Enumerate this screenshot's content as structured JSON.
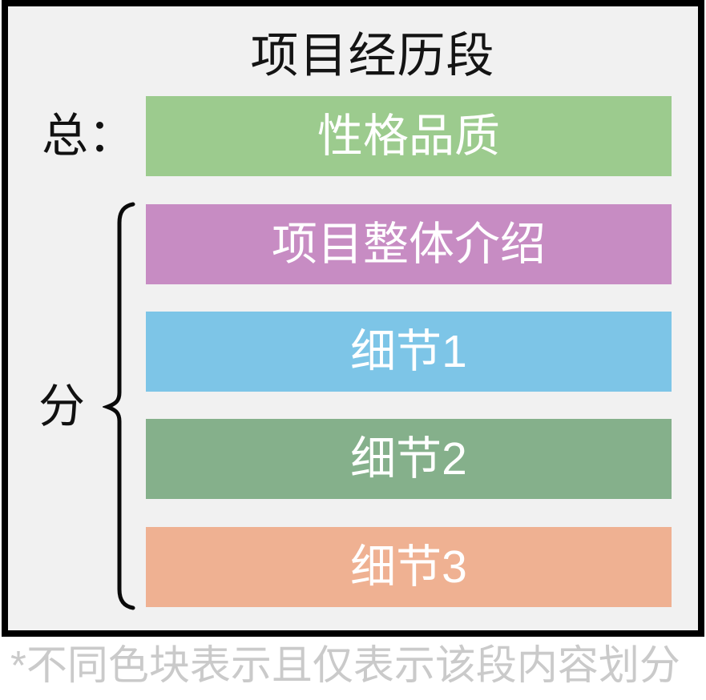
{
  "diagram": {
    "title": "项目经历段",
    "summary_label": "总：",
    "detail_label": "分",
    "bars": [
      {
        "id": "summary",
        "label": "性格品质",
        "color": "#9CCB8E"
      },
      {
        "id": "intro",
        "label": "项目整体介绍",
        "color": "#C78CC3"
      },
      {
        "id": "detail-1",
        "label": "细节1",
        "color": "#7DC5E7"
      },
      {
        "id": "detail-2",
        "label": "细节2",
        "color": "#85B08B"
      },
      {
        "id": "detail-3",
        "label": "细节3",
        "color": "#EFB192"
      }
    ],
    "footnote": "*不同色块表示且仅表示该段内容划分",
    "colors": {
      "border": "#000000",
      "box_background": "#F1F1F1",
      "page_background": "#FFFFFF",
      "bar_text": "#FFFFFF",
      "title_text": "#141414",
      "brace": "#0A0A0A",
      "footnote_text": "#CACACA"
    }
  }
}
